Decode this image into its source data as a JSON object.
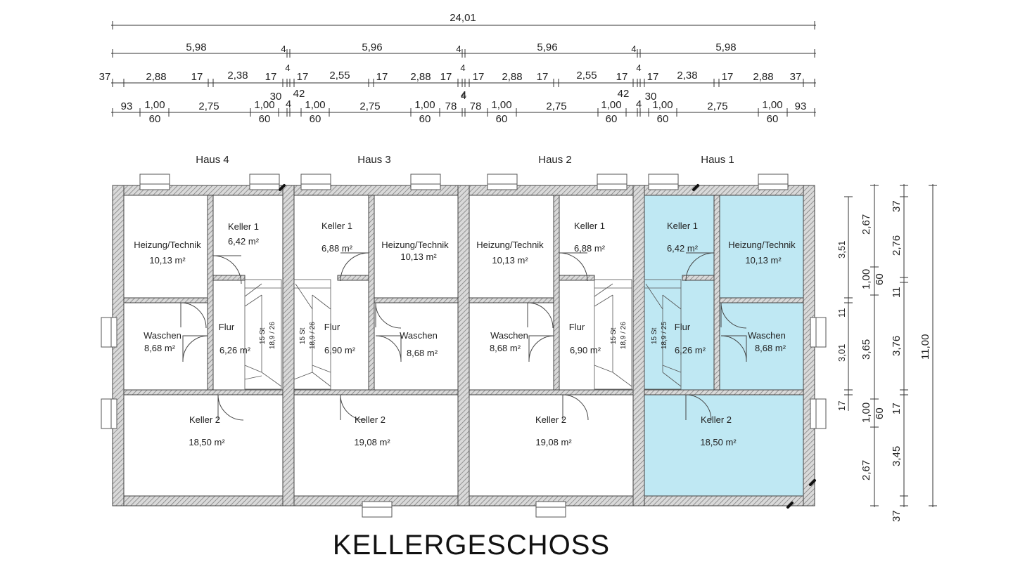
{
  "title": "KELLERGESCHOSS",
  "dimensions": {
    "total": "24,01",
    "row2": [
      "5,98",
      "4",
      "5,96",
      "4",
      "5,96",
      "4",
      "5,98"
    ],
    "row3": [
      "37",
      "2,88",
      "17",
      "2,38",
      "17",
      "4",
      "17",
      "2,55",
      "17",
      "2,88",
      "17",
      "4",
      "17",
      "2,88",
      "17",
      "2,55",
      "17",
      "4",
      "17",
      "2,38",
      "17",
      "2,88",
      "37"
    ],
    "row3b": [
      "30",
      "42",
      "4",
      "42",
      "30"
    ],
    "row4": [
      "93",
      "1,00",
      "2,75",
      "1,00",
      "4",
      "1,00",
      "2,75",
      "1,00",
      "78",
      "4",
      "78",
      "1,00",
      "2,75",
      "1,00",
      "4",
      "1,00",
      "2,75",
      "1,00",
      "93"
    ],
    "row4b": [
      "60",
      "60",
      "60",
      "60",
      "60",
      "60",
      "60",
      "60"
    ],
    "right_a": [
      "3,51",
      "11",
      "3,01",
      "17"
    ],
    "right_b": [
      "2,67",
      "1,00",
      "60",
      "3,65",
      "1,00",
      "60",
      "2,67"
    ],
    "right_c": [
      "37",
      "2,76",
      "11",
      "3,76",
      "17",
      "3,45",
      "37"
    ],
    "right_d": [
      "11,00"
    ]
  },
  "houses": [
    "Haus 4",
    "Haus 3",
    "Haus 2",
    "Haus 1"
  ],
  "rooms": {
    "h4": {
      "heizung": {
        "name": "Heizung/Technik",
        "area": "10,13 m²"
      },
      "keller1": {
        "name": "Keller 1",
        "area": "6,42 m²"
      },
      "waschen": {
        "name": "Waschen",
        "area": "8,68 m²"
      },
      "flur": {
        "name": "Flur",
        "area": "6,26 m²"
      },
      "keller2": {
        "name": "Keller 2",
        "area": "18,50 m²"
      }
    },
    "h3": {
      "keller1": {
        "name": "Keller 1",
        "area": "6,88 m²"
      },
      "heizung": {
        "name": "Heizung/Technik",
        "area": "10,13 m²"
      },
      "flur": {
        "name": "Flur",
        "area": "6,90 m²"
      },
      "waschen": {
        "name": "Waschen",
        "area": "8,68 m²"
      },
      "keller2": {
        "name": "Keller 2",
        "area": "19,08 m²"
      }
    },
    "h2": {
      "heizung": {
        "name": "Heizung/Technik",
        "area": "10,13 m²"
      },
      "keller1": {
        "name": "Keller 1",
        "area": "6,88 m²"
      },
      "waschen": {
        "name": "Waschen",
        "area": "8,68 m²"
      },
      "flur": {
        "name": "Flur",
        "area": "6,90 m²"
      },
      "keller2": {
        "name": "Keller 2",
        "area": "19,08 m²"
      }
    },
    "h1": {
      "keller1": {
        "name": "Keller 1",
        "area": "6,42 m²"
      },
      "heizung": {
        "name": "Heizung/Technik",
        "area": "10,13 m²"
      },
      "flur": {
        "name": "Flur",
        "area": "6,26 m²"
      },
      "waschen": {
        "name": "Waschen",
        "area": "8,68 m²"
      },
      "keller2": {
        "name": "Keller 2",
        "area": "18,50 m²"
      }
    }
  },
  "stairs": {
    "h4": {
      "steps": "15 St",
      "ratio": "18,9 / 26"
    },
    "h3": {
      "steps": "15 St",
      "ratio": "18,9 / 26"
    },
    "h2": {
      "steps": "15 St",
      "ratio": "18,9 / 26"
    },
    "h1": {
      "steps": "15 St",
      "ratio": "18,9 / 25"
    }
  },
  "colors": {
    "highlight": "#bfe8f3",
    "wall_hatch": "#888888",
    "line": "#333333"
  }
}
